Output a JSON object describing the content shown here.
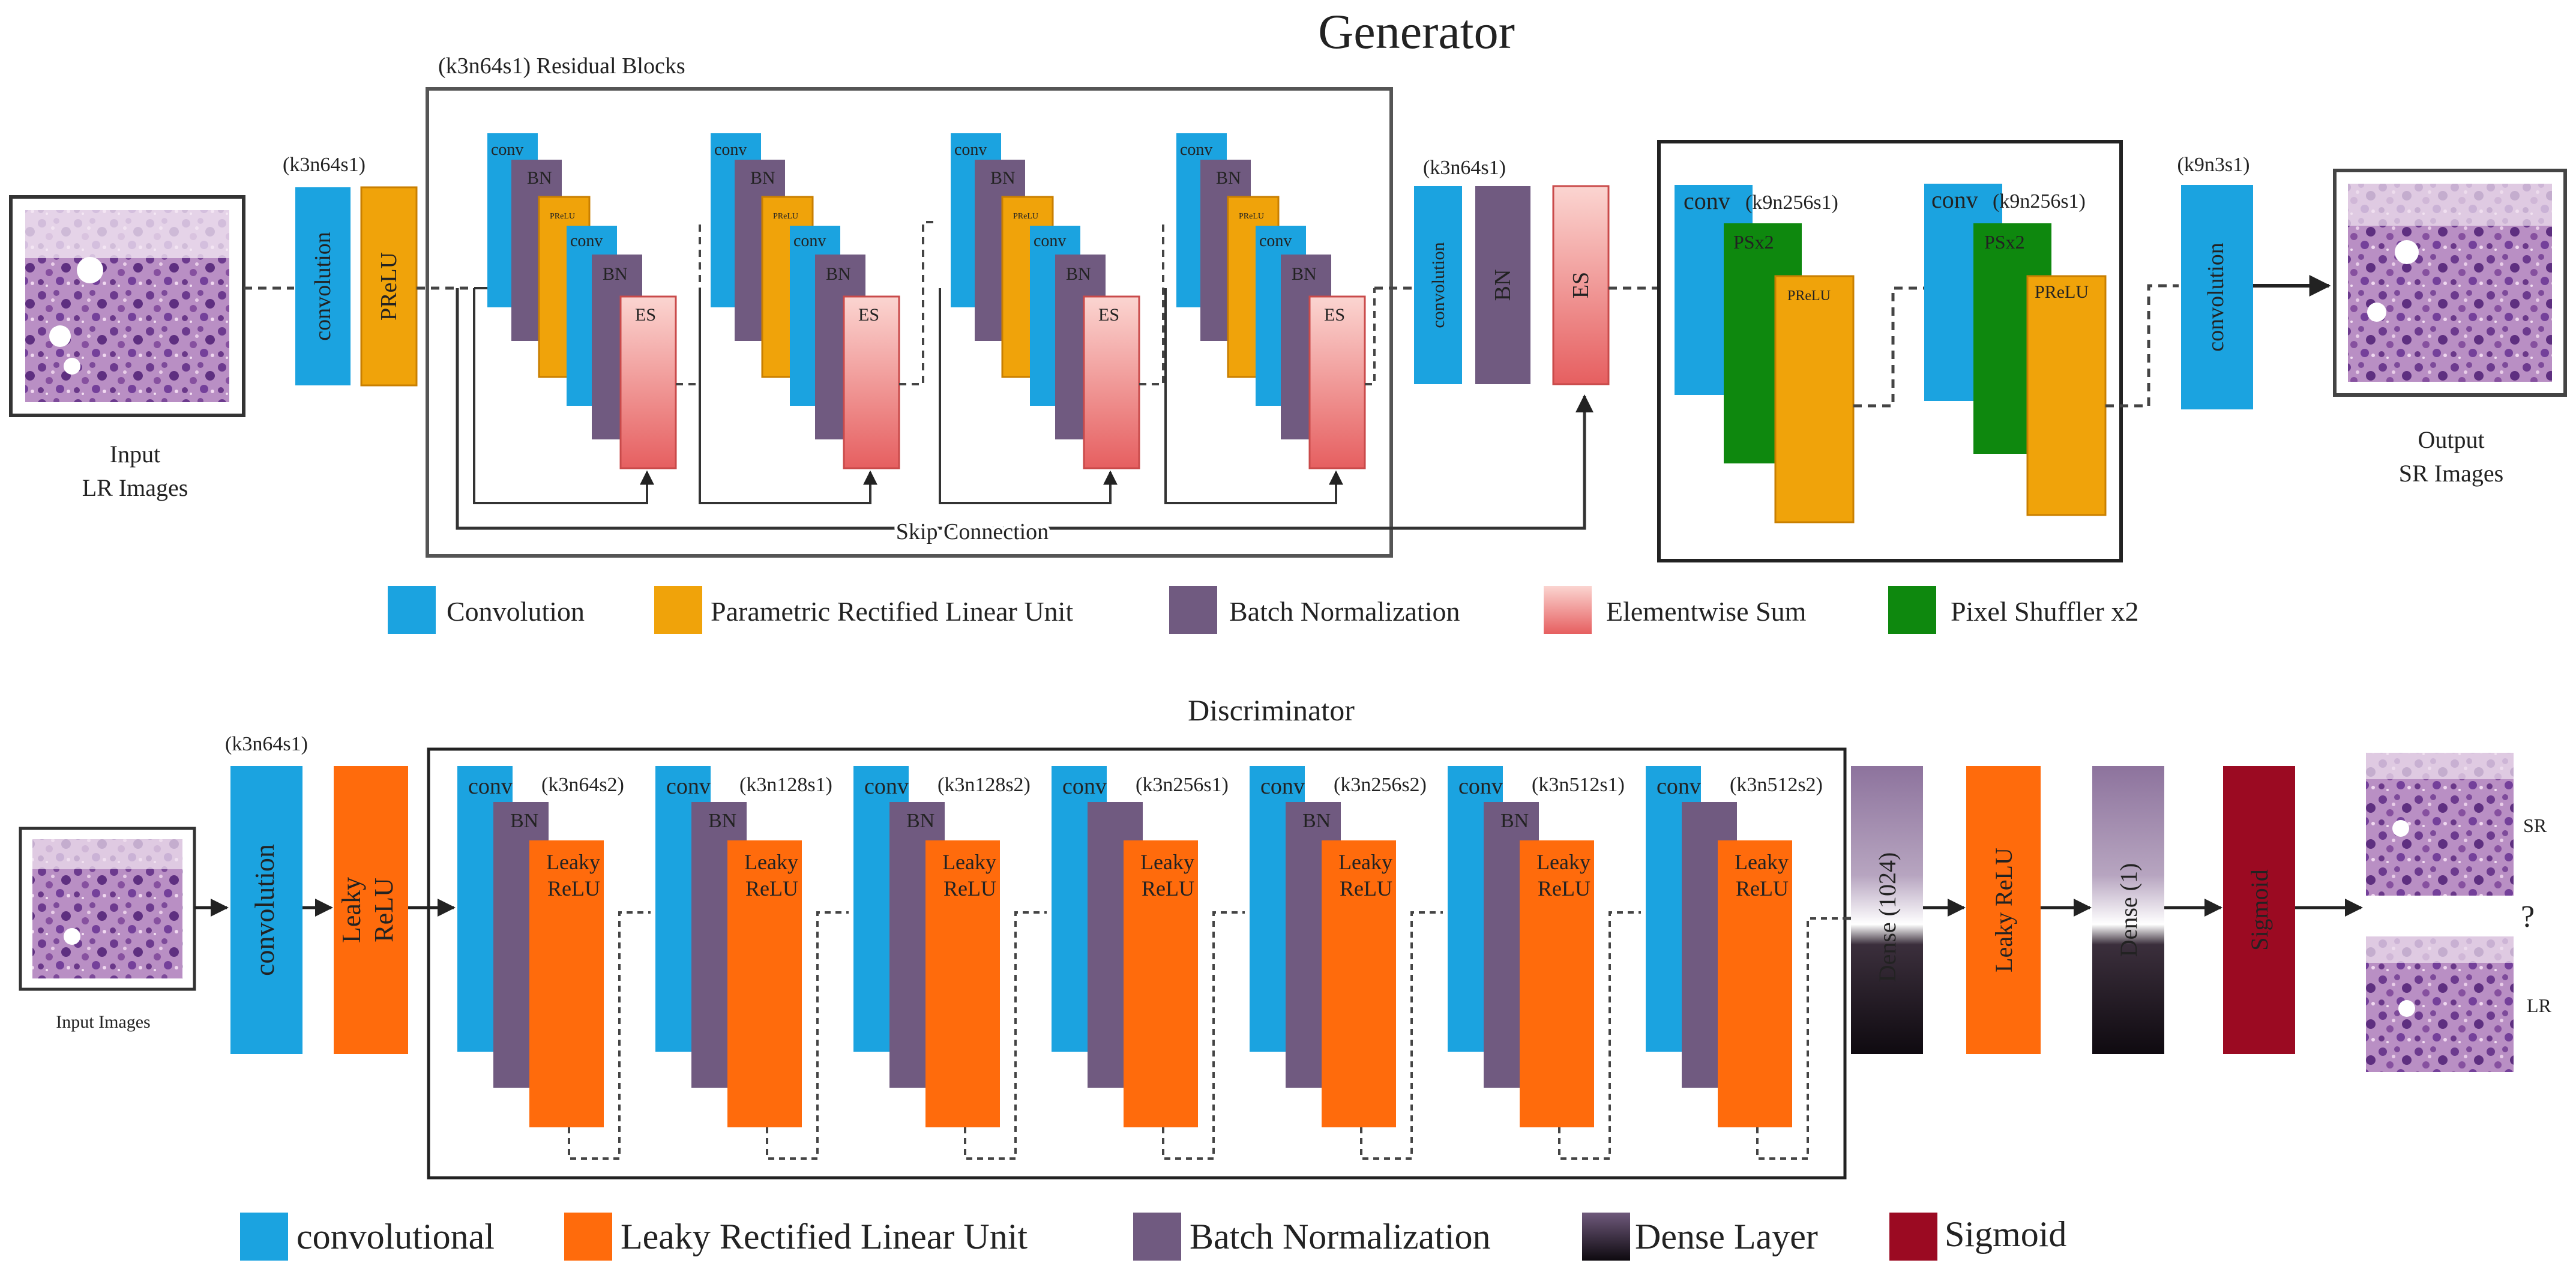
{
  "colors": {
    "conv": "#1ba3e0",
    "prelu": "#f0a30a",
    "bn": "#705a80",
    "es_top": "#fbd0cc",
    "es_bottom": "#e96565",
    "pixel_shuffler": "#0e880e",
    "leaky": "#ff6b0c",
    "sigmoid": "#9b0a22",
    "dense_top": "#8f749f",
    "dense_bottom": "#160f16",
    "line": "#333333"
  },
  "generator": {
    "title": "Generator",
    "input_caption_1": "Input",
    "input_caption_2": "LR Images",
    "input_conv_param": "(k3n64s1)",
    "conv_label": "convolution",
    "prelu_label": "PReLU",
    "residual_title": "(k3n64s1)  Residual Blocks",
    "block_conv": "conv",
    "block_bn": "BN",
    "block_prelu": "PReLU",
    "block_es": "ES",
    "skip_label": "Skip Connection",
    "post_param": "(k3n64s1)",
    "post_conv": "convolution",
    "post_bn": "BN",
    "post_es": "ES",
    "up1_param": "(k9n256s1)",
    "up2_param": "(k9n256s1)",
    "up_conv": "conv",
    "up_ps": "PSx2",
    "up_prelu": "PReLU",
    "final_param": "(k9n3s1)",
    "final_conv": "convolution",
    "output_caption_1": "Output",
    "output_caption_2": "SR Images"
  },
  "generator_legend": [
    {
      "key": "conv",
      "label": "Convolution"
    },
    {
      "key": "prelu",
      "label": "Parametric Rectified Linear Unit"
    },
    {
      "key": "bn",
      "label": "Batch Normalization"
    },
    {
      "key": "es",
      "label": "Elementwise Sum"
    },
    {
      "key": "ps",
      "label": "Pixel Shuffler x2"
    }
  ],
  "discriminator": {
    "title": "Discriminator",
    "input_caption": "Input Images",
    "first_param": "(k3n64s1)",
    "first_conv": "convolution",
    "first_leaky_1": "Leaky",
    "first_leaky_2": "ReLU",
    "blocks": [
      {
        "conv": "conv",
        "param": "(k3n64s2)",
        "bn": "BN",
        "leaky_1": "Leaky",
        "leaky_2": "ReLU"
      },
      {
        "conv": "conv",
        "param": "(k3n128s1)",
        "bn": "BN",
        "leaky_1": "Leaky",
        "leaky_2": "ReLU"
      },
      {
        "conv": "conv",
        "param": "(k3n128s2)",
        "bn": "BN",
        "leaky_1": "Leaky",
        "leaky_2": "ReLU"
      },
      {
        "conv": "conv",
        "param": "(k3n256s1)",
        "bn": "",
        "leaky_1": "Leaky",
        "leaky_2": "ReLU"
      },
      {
        "conv": "conv",
        "param": "(k3n256s2)",
        "bn": "BN",
        "leaky_1": "Leaky",
        "leaky_2": "ReLU"
      },
      {
        "conv": "conv",
        "param": "(k3n512s1)",
        "bn": "BN",
        "leaky_1": "Leaky",
        "leaky_2": "ReLU"
      },
      {
        "conv": "conv",
        "param": "(k3n512s2)",
        "bn": "",
        "leaky_1": "Leaky",
        "leaky_2": "ReLU"
      }
    ],
    "dense1_label": "Dense (1024)",
    "leaky_label": "Leaky ReLU",
    "dense2_label": "Dense (1)",
    "sigmoid_label": "Sigmoid",
    "sr_label": "SR",
    "question": "?",
    "lr_label": "LR"
  },
  "discriminator_legend": [
    {
      "key": "conv",
      "label": "convolutional"
    },
    {
      "key": "leaky",
      "label": "Leaky Rectified Linear Unit"
    },
    {
      "key": "bn",
      "label": "Batch Normalization"
    },
    {
      "key": "dense",
      "label": "Dense Layer"
    },
    {
      "key": "sigmoid",
      "label": "Sigmoid"
    }
  ]
}
